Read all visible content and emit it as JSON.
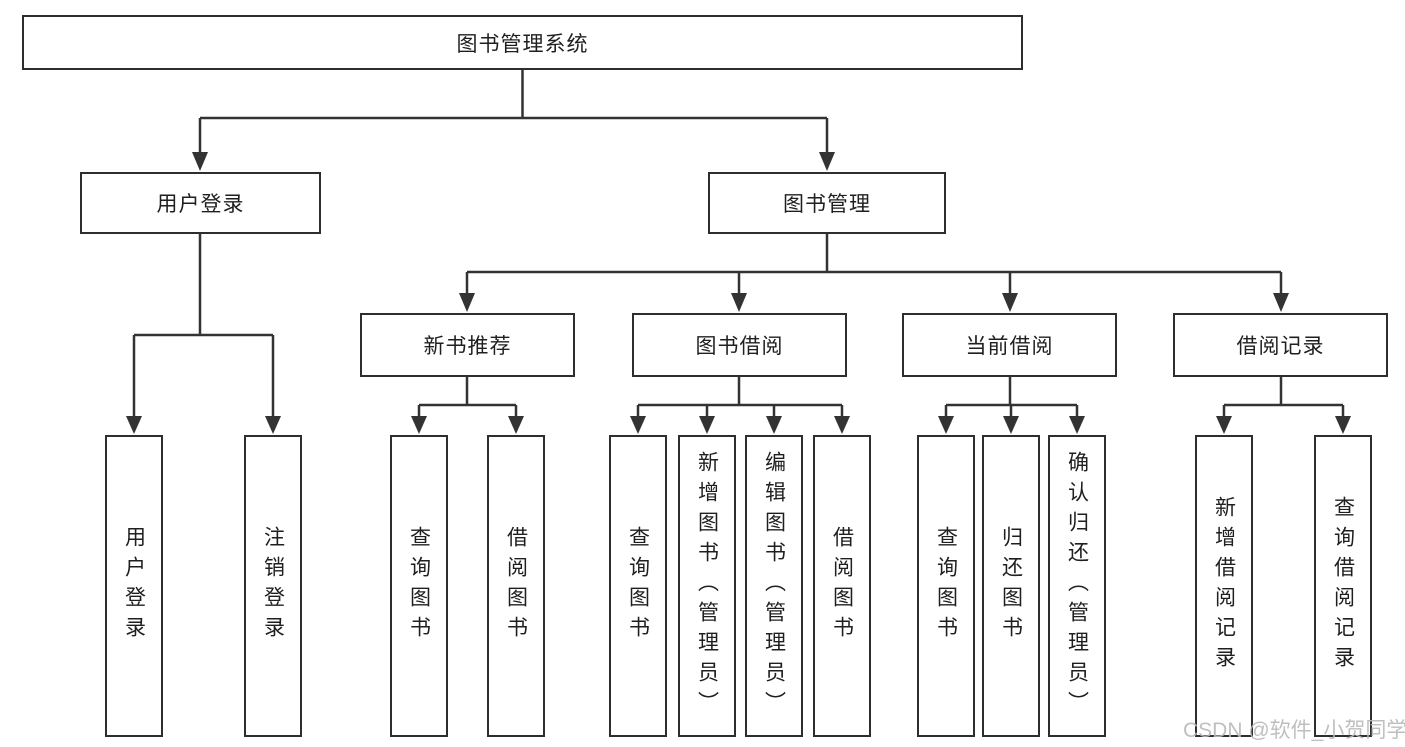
{
  "diagram": {
    "title": "图书管理系统",
    "root": {
      "label": "图书管理系统"
    },
    "branches": [
      {
        "label": "用户登录",
        "children": [
          {
            "label": "用户登录"
          },
          {
            "label": "注销登录"
          }
        ]
      },
      {
        "label": "图书管理",
        "children": [
          {
            "label": "新书推荐",
            "children": [
              {
                "label": "查询图书"
              },
              {
                "label": "借阅图书"
              }
            ]
          },
          {
            "label": "图书借阅",
            "children": [
              {
                "label": "查询图书"
              },
              {
                "label": "新增图书（管理员）"
              },
              {
                "label": "编辑图书（管理员）"
              },
              {
                "label": "借阅图书"
              }
            ]
          },
          {
            "label": "当前借阅",
            "children": [
              {
                "label": "查询图书"
              },
              {
                "label": "归还图书"
              },
              {
                "label": "确认归还（管理员）"
              }
            ]
          },
          {
            "label": "借阅记录",
            "children": [
              {
                "label": "新增借阅记录"
              },
              {
                "label": "查询借阅记录"
              }
            ]
          }
        ]
      }
    ]
  },
  "watermark": {
    "text": "CSDN @软件_小贺同学"
  },
  "colors": {
    "background": "#ffffff",
    "box_fill": "#ffffff",
    "box_border": "#2e2e2e",
    "line": "#333333",
    "text": "#1f1f1f",
    "watermark": "#b9b9b9"
  }
}
